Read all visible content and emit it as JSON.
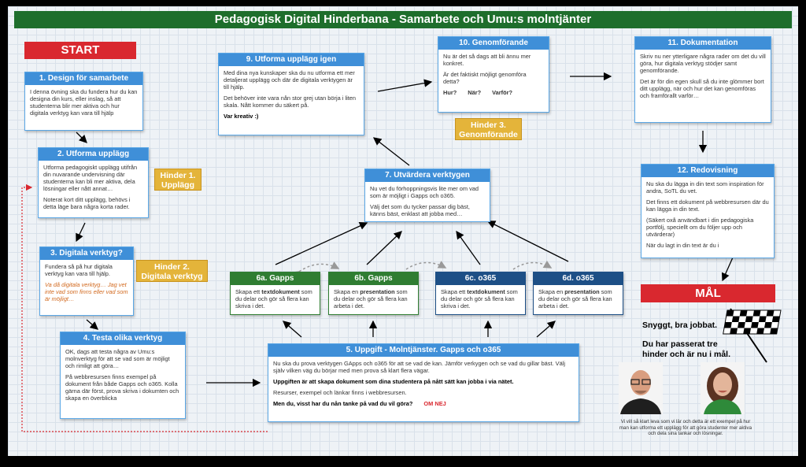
{
  "title": "Pedagogisk Digital Hinderbana  - Samarbete och Umu:s molntjänter",
  "start_label": "START",
  "goal_label": "MÅL",
  "cards": {
    "c1": {
      "title": "1. Design för samarbete",
      "p1": "I denna övning ska du fundera hur du kan designa din kurs, eller inslag, så att studenterna blir mer aktiva och hur digitala verktyg kan vara till hjälp"
    },
    "c2": {
      "title": "2. Utforma upplägg",
      "p1": "Utforma pedagogiskt upplägg utifrån din nuvarande undervisning där studenterna kan bli mer aktiva, dela lösningar eller nått annat…",
      "p2": "Noterat kort ditt upplägg, behövs i detta läge bara några korta rader."
    },
    "c3": {
      "title": "3. Digitala verktyg?",
      "p1": "Fundera så på hur digitala verktyg kan vara till hjälp.",
      "p2": "Va då digitala verktyg… Jag vet inte vad som finns eller vad som är möjligt…"
    },
    "c4": {
      "title": "4. Testa olika verktyg",
      "p1": "OK, dags att testa några av Umu:s molnverktyg för att se vad som är möjligt och rimligt att göra…",
      "p2": "På webbresursen finns exempel på dokument från både Gapps och o365. Kolla gärna där först, prova skriva i dokumten och skapa en överblicka"
    },
    "c5": {
      "title": "5. Uppgift - Molntjänster. Gapps och o365",
      "p1": "Nu ska du prova verktygen GApps och o365 för att se vad de kan. Jämför verkygen och se vad du gillar bäst. Välj själv vilken väg du börjar med men prova så klart flera vägar.",
      "p2": "Uppgiften är att skapa dokument som dina studentera på nått sätt kan jobba i via nätet.",
      "p3": "Resurser, exempel och länkar finns i webbresursen.",
      "p4": "Men du, visst har du nån tanke på vad du vil göra?",
      "p4_red": "OM NEJ"
    },
    "c6a": {
      "title": "6a. Gapps",
      "pre": "Skapa ett ",
      "bold": "textdokument",
      "post": " som du delar och gör så flera kan skriva i det."
    },
    "c6b": {
      "title": "6b. Gapps",
      "pre": "Skapa en ",
      "bold": "presentation",
      "post": " som du delar och gör så flera kan arbeta i det."
    },
    "c6c": {
      "title": "6c. o365",
      "pre": "Skapa ett ",
      "bold": "textdokument",
      "post": " som du delar och gör så flera kan skriva i det."
    },
    "c6d": {
      "title": "6d. o365",
      "pre": "Skapa en ",
      "bold": "presentation",
      "post": " som du delar och gör så flera kan arbeta i det."
    },
    "c7": {
      "title": "7. Utvärdera verktygen",
      "p1": "Nu vet du förhoppningsvis lite mer om vad som är möjligt i Gapps och o365.",
      "p2": "Välj det som du tycker passar dig bäst, känns bäst, enklast att jobba med…"
    },
    "c9": {
      "title": "9. Utforma upplägg igen",
      "p1": "Med dina nya kunskaper ska du nu utforma ett mer detaljerat upplägg och där de digitala verktygen är till hjälp.",
      "p2": "Det behöver inte vara nån stor grej utan börja i liten skala. Nått kommer du säkert på.",
      "p3": "Var kreativ :)"
    },
    "c10": {
      "title": "10. Genomförande",
      "p1": "Nu är det så dags att bli ännu mer konkret.",
      "p2": "Är det faktiskt möjligt genomföra detta?",
      "q1": "Hur?",
      "q2": "När?",
      "q3": "Varför?"
    },
    "c11": {
      "title": "11. Dokumentation",
      "p1": "Skriv nu ner ytterligare några rader om det du vill göra, hur digitala verktyg stödjer samt genomförande.",
      "p2": "Det är för din egen skull så du inte glömmer bort ditt upplägg, när och hur det kan genomföras och framförallt varför…"
    },
    "c12": {
      "title": "12. Redovisning",
      "p1": "Nu ska du lägga in din text som inspiration för andra, SoTL du vet.",
      "p2": "Det finns ett dokument på webbresursen där du kan lägga in din text.",
      "p3": "(Säkert oxå användbart i din pedagogiska portfölj, speciellt om du följer upp och utvärderar)",
      "p4": "När du lagt in din text är du i"
    }
  },
  "hinders": {
    "h1": "Hinder 1. Upplägg",
    "h2": "Hinder 2. Digitala verktyg",
    "h3": "Hinder 3. Genomförande"
  },
  "goal_text": {
    "line1": "Snyggt, bra jobbat.",
    "line2": "Du har passerat tre hinder och är nu i mål."
  },
  "caption": "Vi vill så klart leva som vi lär och detta är ett exempel på hur man kan utforma ett upplägg för att göra studenter mer aktiva och dela sina tankar och lösningar.",
  "colors": {
    "title_green": "#1e6e2c",
    "start_red": "#d9282f",
    "card_blue": "#3f8fd8",
    "gapps_green": "#2f7d32",
    "o365_navy": "#1d4f86",
    "hinder_gold": "#e4b43a"
  }
}
